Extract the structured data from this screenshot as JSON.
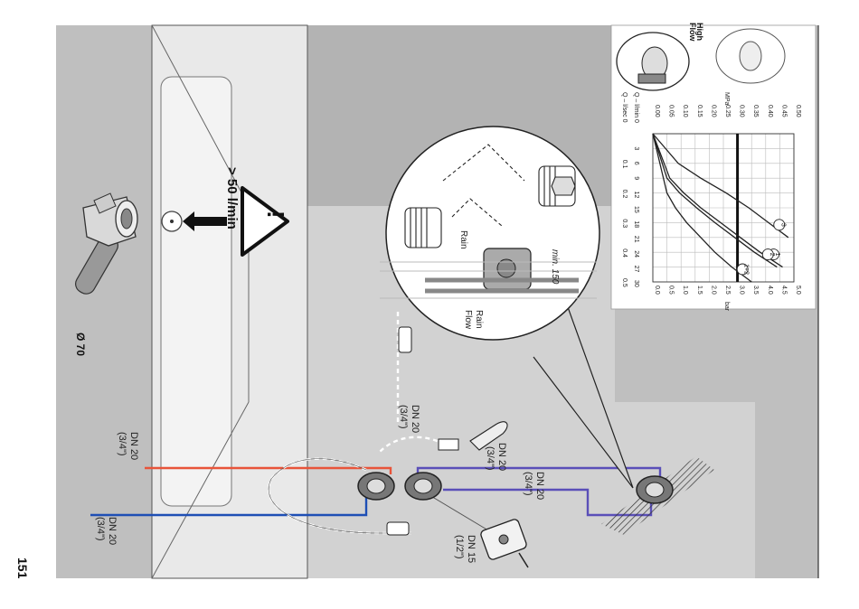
{
  "page_number": "151",
  "drain": {
    "diameter_label": "Ø 70"
  },
  "warning": {
    "flow_label": "> 50 l/min",
    "symbol": "!"
  },
  "pipes": {
    "hot_supply": {
      "size": "DN 20",
      "thread": "(3/4\")",
      "color": "#e8543a"
    },
    "cold_supply": {
      "size": "DN 20",
      "thread": "(3/4\")",
      "color": "#1e4fb5"
    },
    "handshower_line": {
      "size": "DN 20",
      "thread": "(3/4\")"
    },
    "hose_line": {
      "size": "DN 20",
      "thread": "(3/4\")"
    },
    "mixed_line": {
      "size": "DN 20",
      "thread": "(3/4\")",
      "color": "#5a4fb8"
    },
    "thermostat_line": {
      "size": "DN 15",
      "thread": "(1/2\")"
    }
  },
  "detail": {
    "min_label": "min. 150",
    "rain_label": "Rain",
    "rain_flow_label": "Rain\nFlow"
  },
  "legend": {
    "high_flow_label": "High\nFlow"
  },
  "chart_data": {
    "type": "line",
    "title": "",
    "ylabel_top": "MPa",
    "ylabel_bottom": "bar",
    "xlabel_rows": [
      "Q – l/min 0",
      "Q – l/sec 0"
    ],
    "x_lmin_ticks": [
      "3",
      "6",
      "9",
      "12",
      "15",
      "18",
      "21",
      "24",
      "27",
      "30"
    ],
    "x_lsec_ticks": [
      "0.1",
      "0.2",
      "0.3",
      "0.4",
      "0.5"
    ],
    "mpa_ticks": [
      "0.00",
      "0.05",
      "0.10",
      "0.15",
      "0.20",
      "0.25",
      "0.30",
      "0.35",
      "0.40",
      "0.45",
      "0.50"
    ],
    "bar_ticks": [
      "0.0",
      "0.5",
      "1.0",
      "1.5",
      "2.0",
      "2.5",
      "3.0",
      "3.5",
      "4.0",
      "4.5",
      "5.0"
    ],
    "xlim": [
      0,
      30
    ],
    "ylim": [
      0,
      5
    ],
    "reference_line_bar": 3.0,
    "series": [
      {
        "name": "3",
        "x": [
          0,
          6,
          9,
          12,
          15,
          18,
          21
        ],
        "y": [
          0,
          0.9,
          1.7,
          2.6,
          3.4,
          4.1,
          4.8
        ]
      },
      {
        "name": "1",
        "x": [
          0,
          9,
          12,
          15,
          18,
          21,
          24,
          27
        ],
        "y": [
          0,
          0.6,
          1.1,
          1.7,
          2.4,
          3.1,
          3.8,
          4.6
        ]
      },
      {
        "name": "2",
        "x": [
          0,
          9,
          12,
          15,
          18,
          21,
          24,
          27
        ],
        "y": [
          0,
          0.5,
          0.95,
          1.55,
          2.2,
          2.9,
          3.6,
          4.4
        ]
      },
      {
        "name": "1+2",
        "x": [
          0,
          12,
          15,
          18,
          21,
          24,
          27,
          30
        ],
        "y": [
          0,
          0.5,
          0.8,
          1.2,
          1.7,
          2.2,
          2.8,
          3.5
        ]
      }
    ]
  }
}
